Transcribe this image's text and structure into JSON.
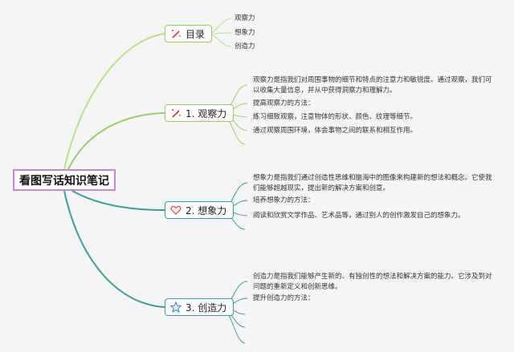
{
  "root": {
    "label": "看图写话知识笔记"
  },
  "topics": [
    {
      "label": "目录",
      "icon": "magic-wand-icon"
    },
    {
      "label": "1. 观察力",
      "icon": "magic-wand-icon"
    },
    {
      "label": "2. 想象力",
      "icon": "heart-icon"
    },
    {
      "label": "3. 创造力",
      "icon": "star-icon"
    }
  ],
  "toc": [
    "观察力",
    "想象力",
    "创造力"
  ],
  "observation": {
    "definition": "观察力是指我们对周围事物的细节和特点的注意力和敏锐度。通过观察，我们可以收集大量信息，并从中获得洞察力和理解力。",
    "method_title": "提高观察力的方法：",
    "method_1": "练习细致观察，注意物体的形状、颜色、纹理等细节。",
    "method_2": "通过观察周围环境，体会事物之间的联系和相互作用。"
  },
  "imagination": {
    "definition": "想象力是指我们通过创造性思维和脑海中的图像来构建新的想法和概念。它使我们能够超越现实，提出新的解决方案和创意。",
    "method_title": "培养想象力的方法：",
    "method_1": "阅读和欣赏文学作品、艺术品等，通过别人的创作激发自己的想象力。"
  },
  "creativity": {
    "definition": "创造力是指我们能够产生新的、有独创性的想法和解决方案的能力。它涉及到对问题的重新定义和创新思维。",
    "method_title": "提升创造力的方法："
  },
  "colors": {
    "green": "#9ccc65",
    "teal": "#3d9d96",
    "root_border": "#c783d6",
    "heart": "#e05353",
    "star": "#2f86d6",
    "wand": "#d33"
  }
}
